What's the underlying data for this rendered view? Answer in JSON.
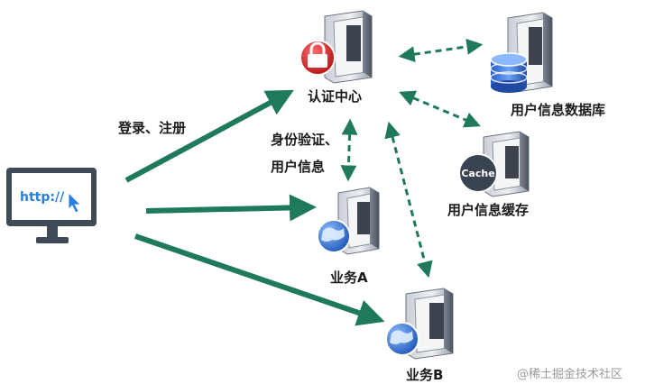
{
  "nodes": {
    "auth": {
      "label": "认证中心",
      "icon": "lock-icon"
    },
    "userdb": {
      "label": "用户信息数据库",
      "icon": "database-icon"
    },
    "cache": {
      "label": "用户信息缓存",
      "icon": "cache-icon",
      "badge": "Cache"
    },
    "bizA": {
      "label": "业务A",
      "icon": "globe-icon"
    },
    "bizB": {
      "label": "业务B",
      "icon": "globe-icon"
    },
    "client": {
      "label": "http://",
      "icon": "monitor-icon"
    }
  },
  "edges": {
    "login": {
      "label": "登录、注册"
    },
    "verify": {
      "line1": "身份验证、",
      "line2": "用户信息"
    }
  },
  "watermark": "@稀土掘金技术社区",
  "colors": {
    "arrow": "#1f7a5c",
    "lock": "#d62b2b",
    "globe": "#2f6fd0",
    "monitor": "#3f4a57",
    "cursor": "#2a7de1"
  }
}
